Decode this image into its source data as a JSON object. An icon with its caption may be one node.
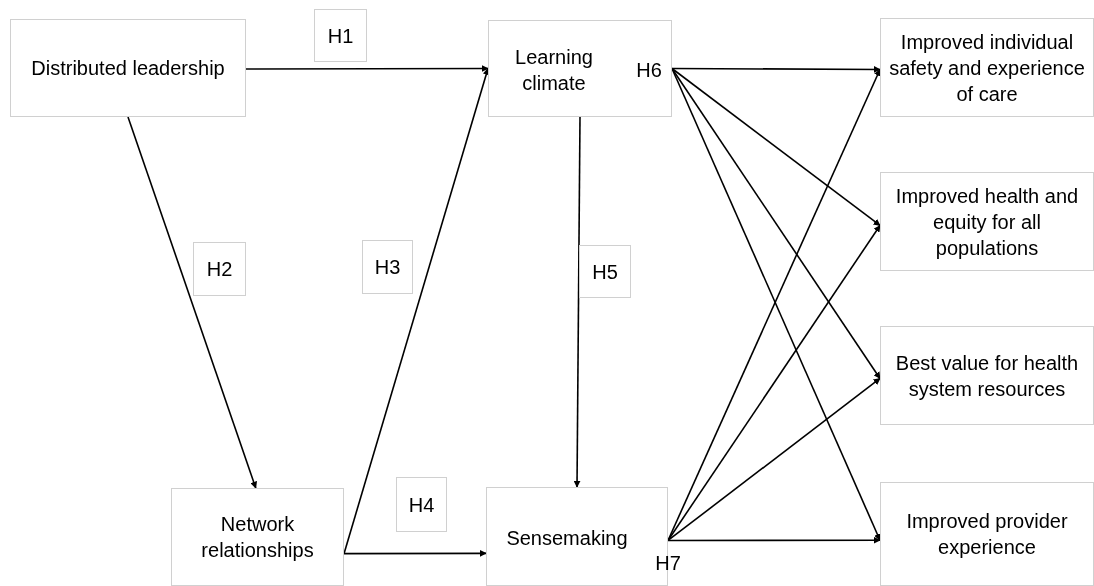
{
  "diagram": {
    "nodes": [
      {
        "text": [
          "Distributed leadership"
        ]
      },
      {
        "text": [
          "H1"
        ]
      },
      {
        "text": [
          "Learning climate",
          "H6"
        ]
      },
      {
        "text": [
          "H2"
        ]
      },
      {
        "text": [
          "H3"
        ]
      },
      {
        "text": [
          "H5"
        ]
      },
      {
        "text": [
          "Network relationships"
        ]
      },
      {
        "text": [
          "H4"
        ]
      },
      {
        "text": [
          "Sensemaking",
          "H7"
        ]
      },
      {
        "text": [
          "Improved individual safety and experience of care"
        ]
      },
      {
        "text": [
          "Improved health and equity for all populations"
        ]
      },
      {
        "text": [
          "Best value for health system resources"
        ]
      },
      {
        "text": [
          "Improved provider experience"
        ]
      }
    ],
    "edges": [
      {
        "from": 0,
        "to": 2,
        "arrow": "to"
      },
      {
        "from": 0,
        "to": 6,
        "arrow": "to"
      },
      {
        "from": 6,
        "to": 2,
        "arrow": "to"
      },
      {
        "from": 6,
        "to": 8,
        "arrow": "to"
      },
      {
        "from": 2,
        "to": 8,
        "arrow": "to"
      },
      {
        "from": 2,
        "to": 9,
        "arrow": "to"
      },
      {
        "from": 2,
        "to": 10,
        "arrow": "to"
      },
      {
        "from": 2,
        "to": 11,
        "arrow": "to"
      },
      {
        "from": 2,
        "to": 12,
        "arrow": "to"
      },
      {
        "from": 8,
        "to": 9,
        "arrow": "to"
      },
      {
        "from": 8,
        "to": 10,
        "arrow": "to"
      },
      {
        "from": 8,
        "to": 11,
        "arrow": "to"
      },
      {
        "from": 8,
        "to": 12,
        "arrow": "to"
      }
    ]
  }
}
